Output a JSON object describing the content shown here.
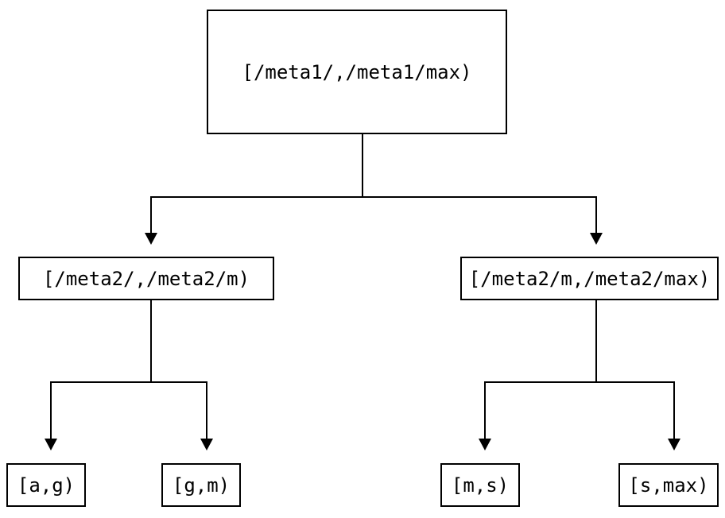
{
  "diagram": {
    "root": {
      "label": "[/meta1/,/meta1/max)"
    },
    "level1": [
      {
        "label": "[/meta2/,/meta2/m)"
      },
      {
        "label": "[/meta2/m,/meta2/max)"
      }
    ],
    "level2": [
      {
        "label": "[a,g)"
      },
      {
        "label": "[g,m)"
      },
      {
        "label": "[m,s)"
      },
      {
        "label": "[s,max)"
      }
    ],
    "colors": {
      "line": "#000000",
      "text": "#000000",
      "background": "#ffffff"
    }
  }
}
